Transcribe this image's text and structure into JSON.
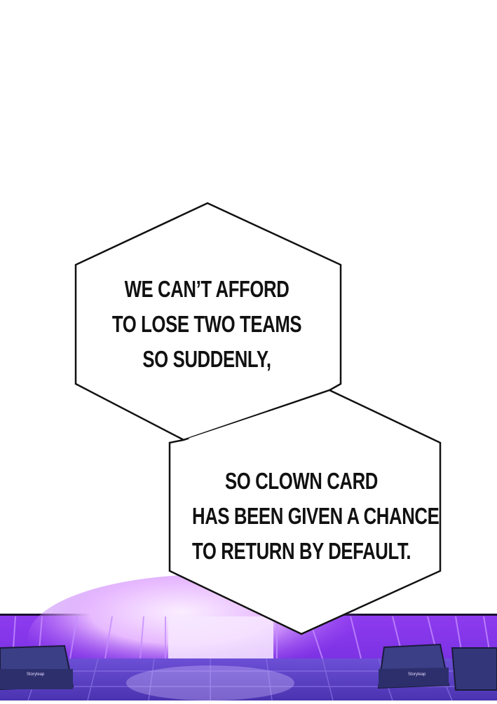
{
  "bubbles": [
    {
      "lines": [
        "WE CAN’T AFFORD",
        "TO LOSE TWO TEAMS",
        "SO SUDDENLY,"
      ]
    },
    {
      "lines": [
        "SO CLOWN CARD",
        "HAS BEEN GIVEN A CHANCE",
        "TO RETURN BY DEFAULT."
      ]
    }
  ],
  "watermark": {
    "left": "Storyleap",
    "right": "Storyleap"
  },
  "colors": {
    "stage_purple": "#7a2fe0",
    "stage_light": "#e9c7ff",
    "floor": "#5a3fc8",
    "outline": "#111111"
  }
}
